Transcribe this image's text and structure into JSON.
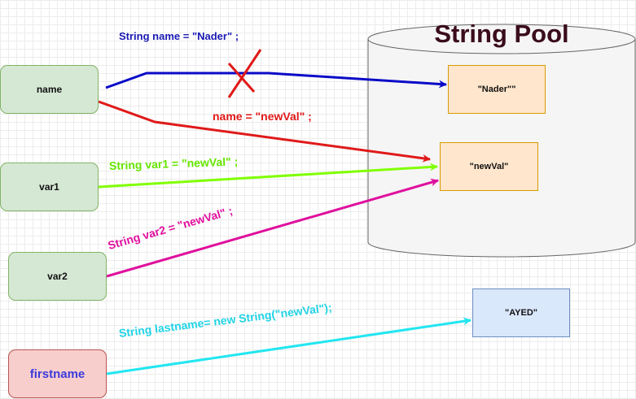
{
  "pool": {
    "title": "String Pool"
  },
  "variables": [
    {
      "name": "name"
    },
    {
      "name": "var1"
    },
    {
      "name": "var2"
    },
    {
      "name": "firstname"
    }
  ],
  "values": {
    "nader": "\"Nader\"\"",
    "newval": "\"newVal\"",
    "ayed": "\"AYED\""
  },
  "code": {
    "name_decl": "String name = \"Nader\" ;",
    "name_assign": "name = \"newVal\" ;",
    "var1_decl": "String var1 = \"newVal\" ;",
    "var2_decl": "String var2 = \"newVal\" ;",
    "lastname_decl": "String lastname= new String(\"newVal\");"
  },
  "colors": {
    "blue_arrow": "#0a0ac8",
    "red_arrow": "#e01919",
    "green_arrow": "#80ff00",
    "magenta_arrow": "#e0109e",
    "cyan_arrow": "#22e6f0"
  }
}
